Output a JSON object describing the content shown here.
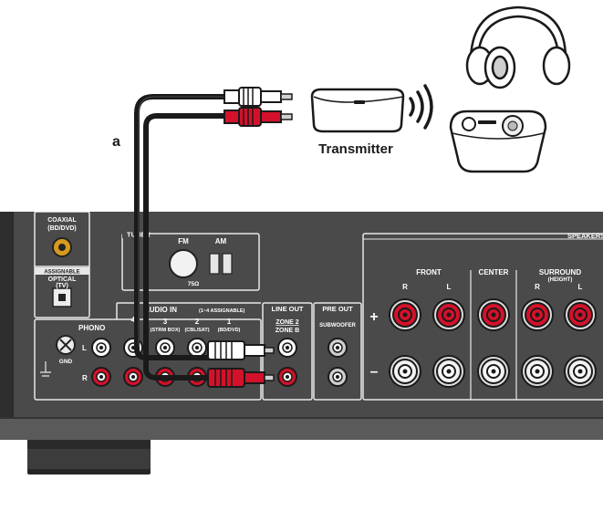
{
  "labels": {
    "cable": "a",
    "transmitter": "Transmitter"
  },
  "panel": {
    "coaxial": "COAXIAL",
    "coaxial_src": "(BD/DVD)",
    "assignable_badge": "ASSIGNABLE",
    "optical": "OPTICAL",
    "optical_src": "(TV)",
    "tuner": "TUNER",
    "fm": "FM",
    "am": "AM",
    "ohm": "75Ω",
    "audio_in": "AUDIO IN",
    "audio_in_note": "(1~4 ASSIGNABLE)",
    "phono": "PHONO",
    "gnd": "GND",
    "ch_l": "L",
    "ch_r": "R",
    "in4": "4",
    "in3": "3",
    "in3_src": "(STRM BOX)",
    "in2": "2",
    "in2_src": "(CBL/SAT)",
    "in1": "1",
    "in1_src": "(BD/DVD)",
    "line_out": "LINE OUT",
    "zone2": "ZONE 2",
    "zoneb": "ZONE B",
    "pre_out": "PRE OUT",
    "subwoofer": "SUBWOOFER",
    "speakers": "SPEAKERS",
    "front": "FRONT",
    "center": "CENTER",
    "surround": "SURROUND",
    "height": "(HEIGHT)",
    "sp_r": "R",
    "sp_l": "L",
    "plus": "+",
    "minus": "–"
  },
  "colors": {
    "panel": "#4a4a4a",
    "panel_dark": "#2b2b2b",
    "red": "#d4112a",
    "white_plug": "#ffffff",
    "cable": "#1a1a1a"
  }
}
